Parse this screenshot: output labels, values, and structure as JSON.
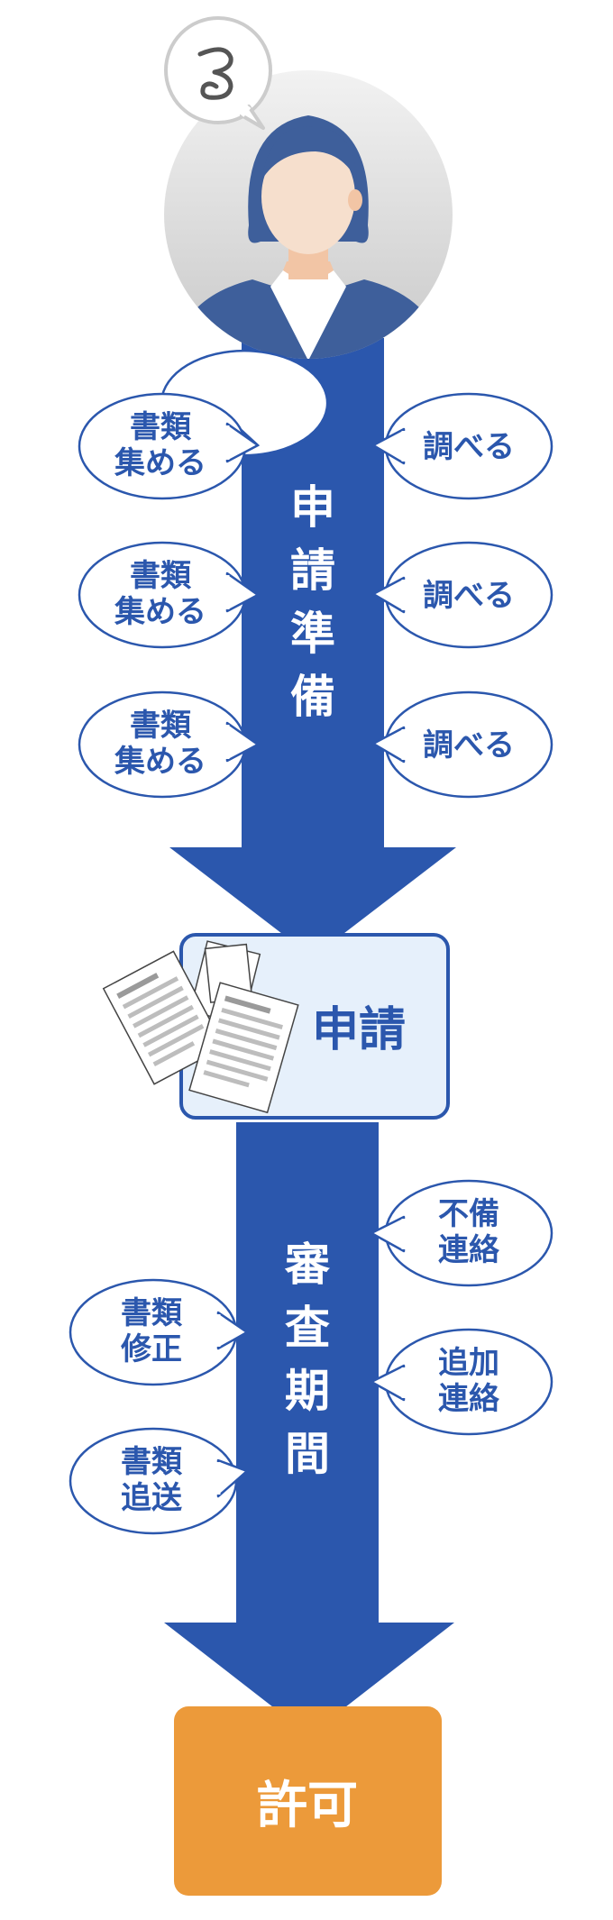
{
  "avatar": {
    "thought_icon": "spiral-worry-icon"
  },
  "phase1": {
    "label_chars": [
      "申",
      "請",
      "準",
      "備"
    ],
    "left_bubbles": [
      {
        "lines": [
          "書類",
          "集める"
        ]
      },
      {
        "lines": [
          "書類",
          "集める"
        ]
      },
      {
        "lines": [
          "書類",
          "集める"
        ]
      }
    ],
    "right_bubbles": [
      {
        "lines": [
          "調べる"
        ]
      },
      {
        "lines": [
          "調べる"
        ]
      },
      {
        "lines": [
          "調べる"
        ]
      }
    ]
  },
  "application": {
    "label": "申請",
    "icon": "documents-icon"
  },
  "phase2": {
    "label_chars": [
      "審",
      "査",
      "期",
      "間"
    ],
    "left_bubbles": [
      {
        "lines": [
          "書類",
          "修正"
        ]
      },
      {
        "lines": [
          "書類",
          "追送"
        ]
      }
    ],
    "right_bubbles": [
      {
        "lines": [
          "不備",
          "連絡"
        ]
      },
      {
        "lines": [
          "追加",
          "連絡"
        ]
      }
    ]
  },
  "permit": {
    "label": "許可"
  },
  "colors": {
    "arrow": "#2b57ad",
    "bubble_border": "#2b57ad",
    "box_fill": "#e6f0fb",
    "permit_fill": "#ec9a3a"
  }
}
